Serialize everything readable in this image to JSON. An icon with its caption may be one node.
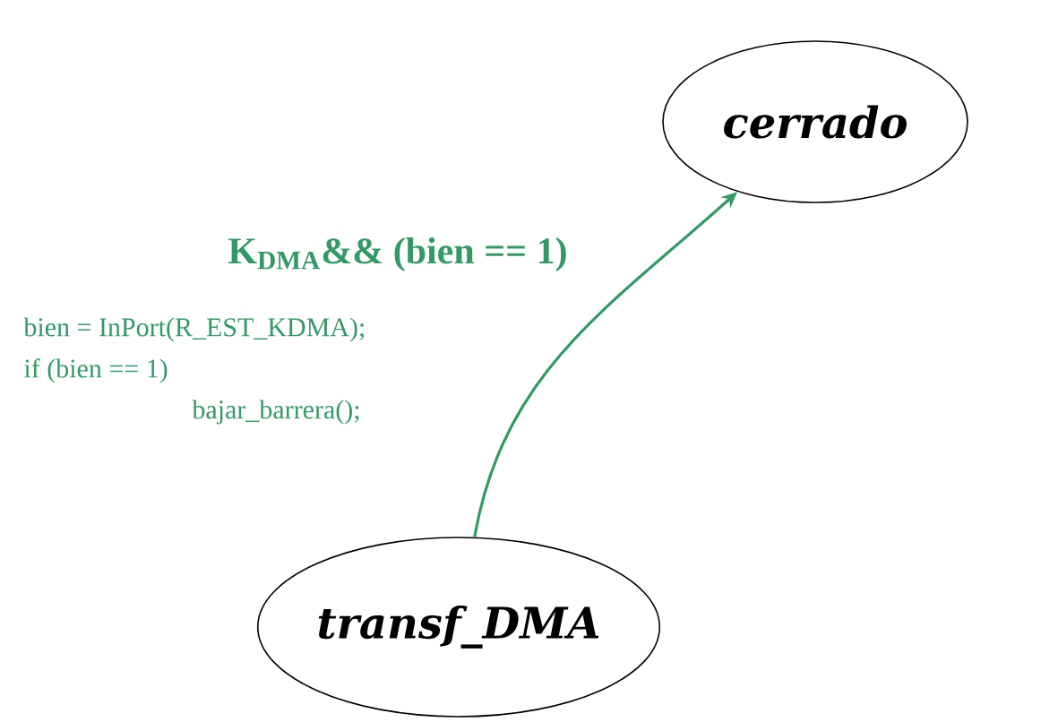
{
  "diagram": {
    "nodes": [
      {
        "text": [
          "cerrado"
        ]
      },
      {
        "text": [
          "transf_DMA"
        ]
      }
    ],
    "edges": [
      {
        "from": 1,
        "to": 0,
        "arrow": "to",
        "label": "K$_{DMA}$&& (bien == 1)",
        "color": "#339966"
      }
    ],
    "labels": [
      "bien = InPort(R_EST_KDMA);",
      "if (bien == 1)",
      "bajar_barrera();"
    ]
  }
}
